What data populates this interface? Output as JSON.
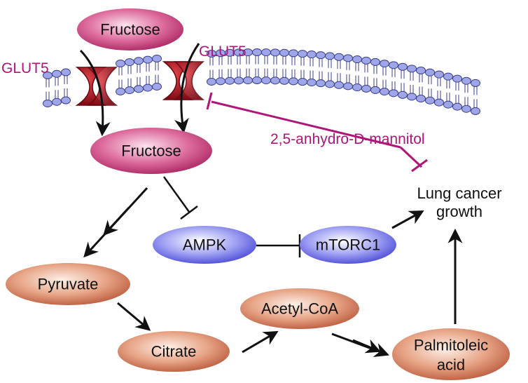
{
  "nodes": {
    "fructose_outside": "Fructose",
    "fructose_inside": "Fructose",
    "ampk": "AMPK",
    "mtorc1": "mTORC1",
    "pyruvate": "Pyruvate",
    "citrate": "Citrate",
    "acetyl_coa": "Acetyl-CoA",
    "palmitoleic_line1": "Palmitoleic",
    "palmitoleic_line2": "acid"
  },
  "labels": {
    "glut5_left": "GLUT5",
    "glut5_right": "GLUT5",
    "inhibitor": "2,5-anhydro-D-mannitol",
    "outcome_line1": "Lung cancer",
    "outcome_line2": "growth"
  },
  "colors": {
    "accent_magenta": "#b0157a",
    "transporter_red": "#a01018",
    "membrane_lipid": "#9fa6e8",
    "ampk_blue": "#6f6fe6",
    "orange_node": "#d9825e"
  },
  "icons": {
    "transporter": "glut5-transporter-icon",
    "membrane": "lipid-bilayer-icon"
  }
}
